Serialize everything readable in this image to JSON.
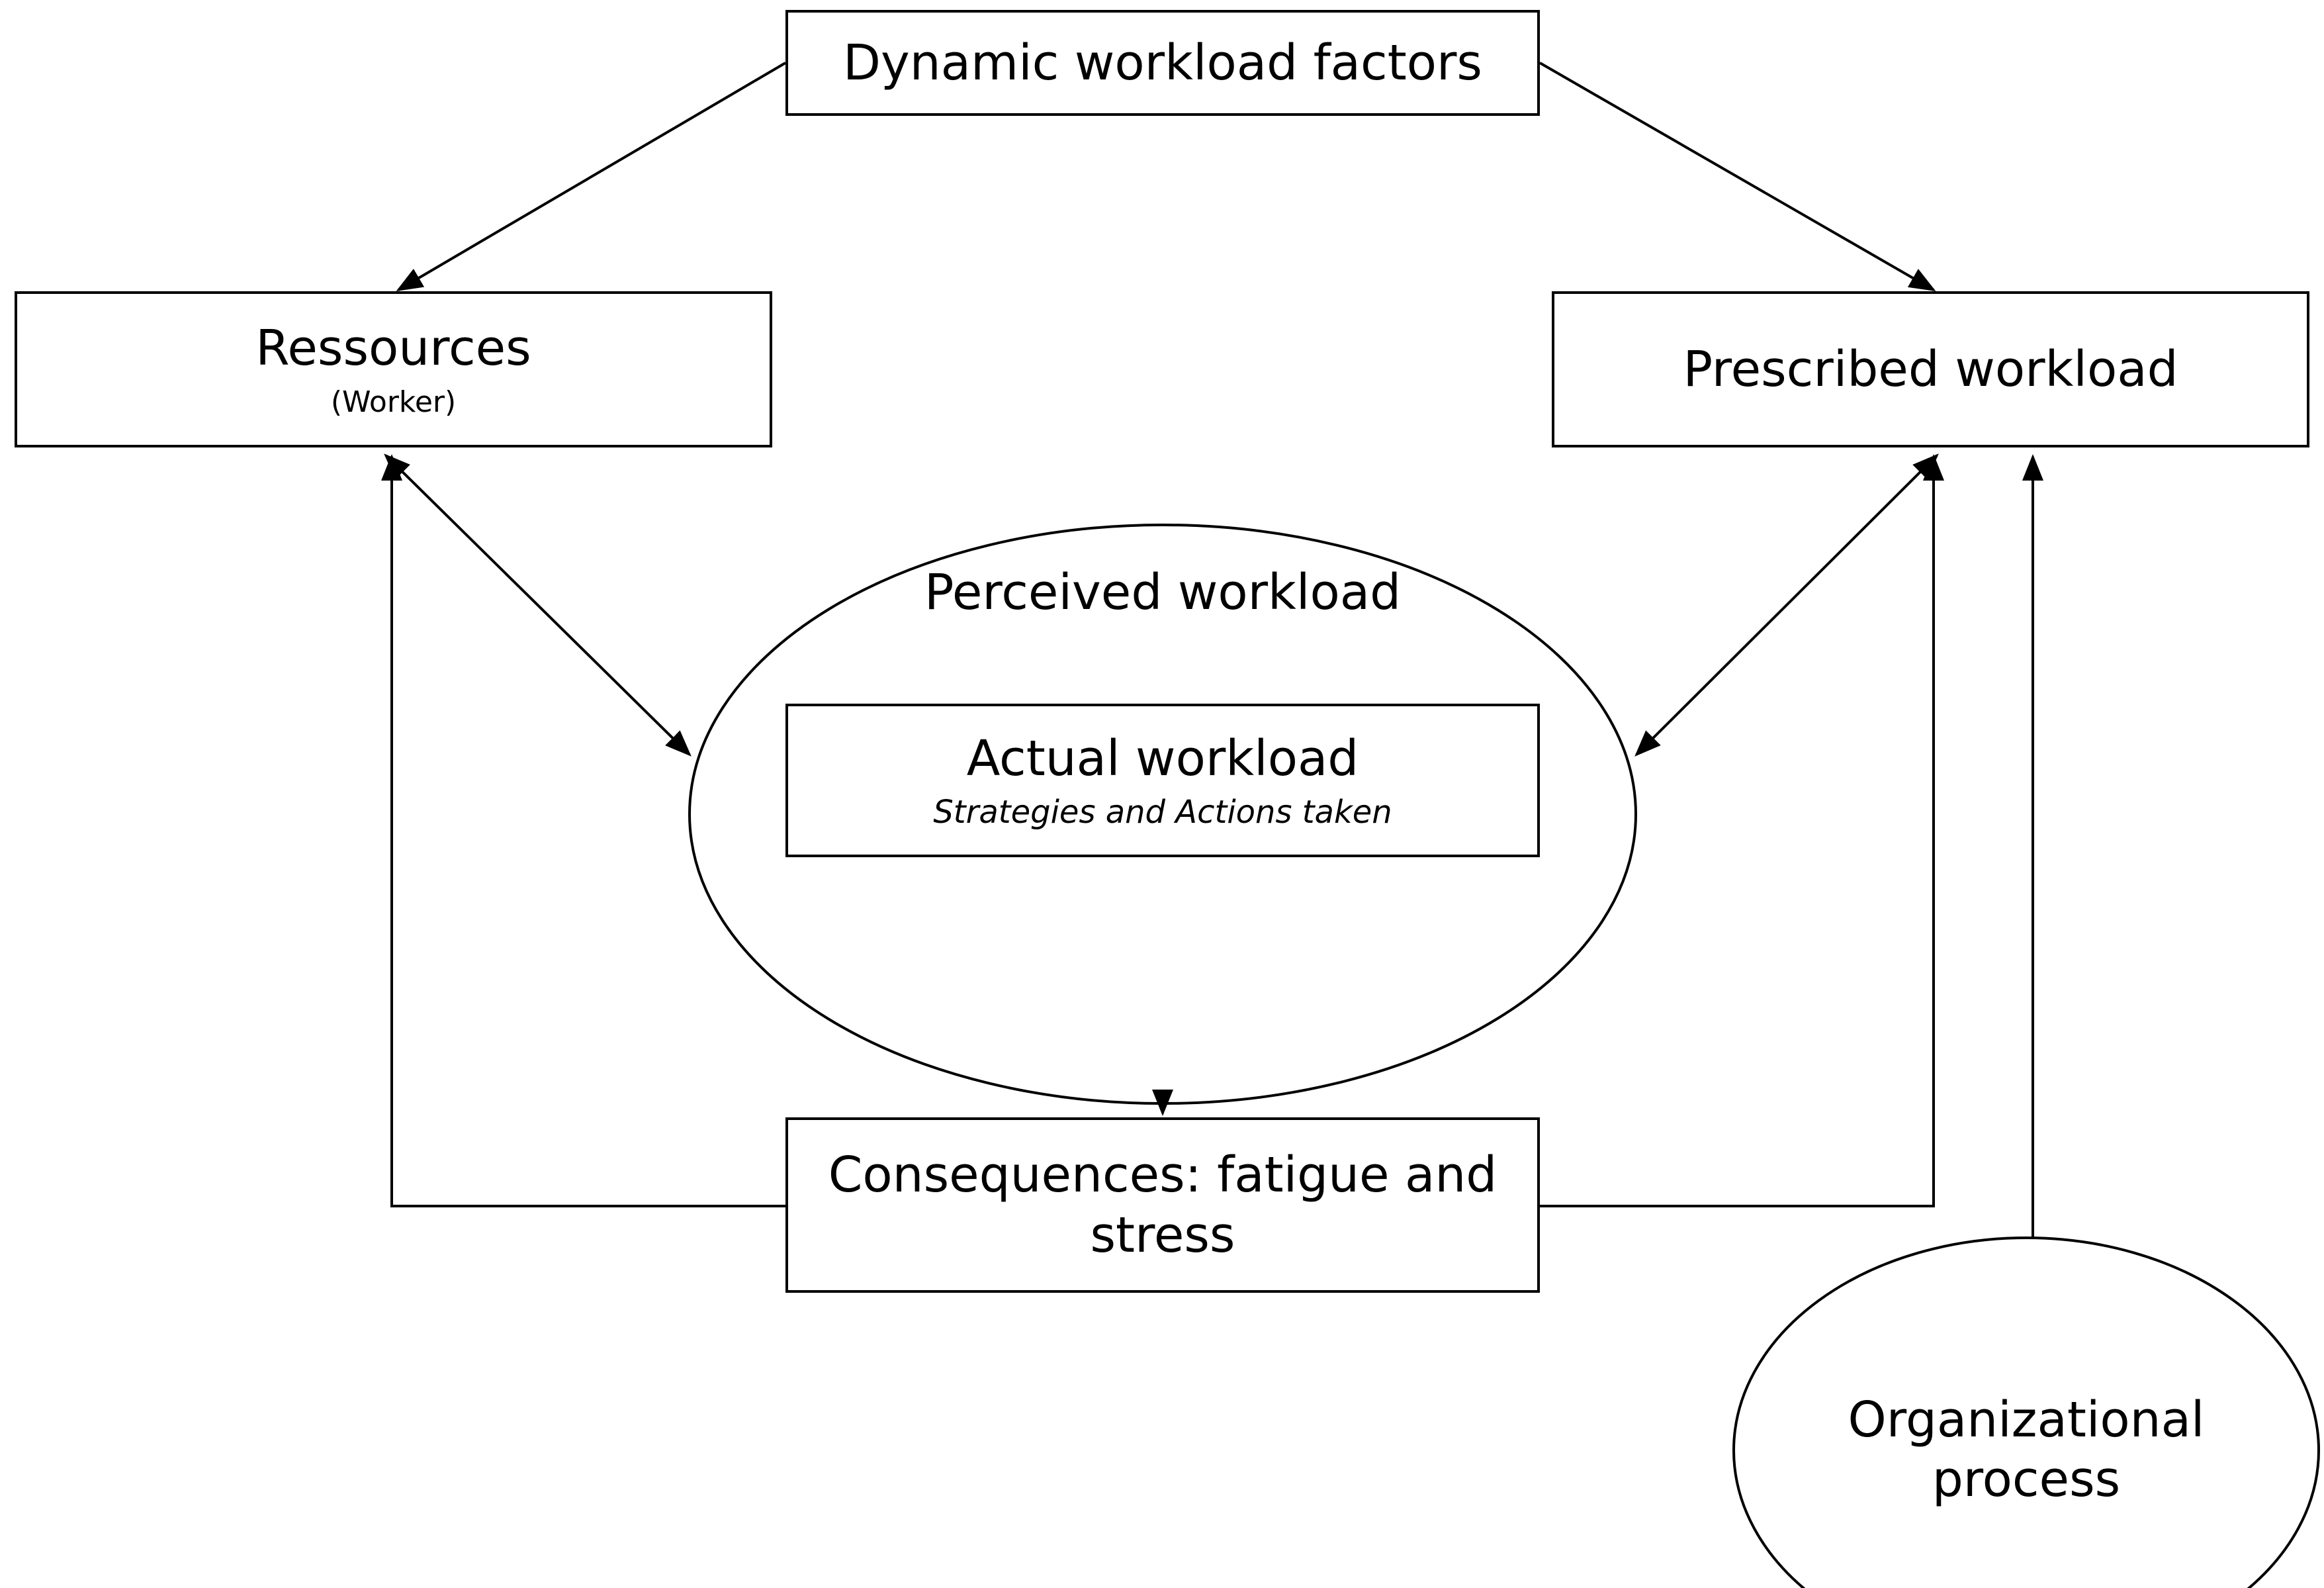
{
  "nodes": {
    "dynamic_factors": {
      "label": "Dynamic workload factors"
    },
    "ressources": {
      "label": "Ressources",
      "sublabel": "(Worker)"
    },
    "prescribed": {
      "label": "Prescribed workload"
    },
    "perceived": {
      "label": "Perceived workload"
    },
    "actual": {
      "label": "Actual workload",
      "sublabel": "Strategies and Actions taken"
    },
    "consequences": {
      "label_line1": "Consequences: fatigue and",
      "label_line2": "stress"
    },
    "organizational": {
      "label_line1": "Organizational",
      "label_line2": "process"
    }
  },
  "edges": [
    {
      "from": "dynamic_factors",
      "to": "ressources",
      "direction": "forward"
    },
    {
      "from": "dynamic_factors",
      "to": "prescribed",
      "direction": "forward"
    },
    {
      "from": "ressources",
      "to": "perceived",
      "direction": "both"
    },
    {
      "from": "prescribed",
      "to": "perceived",
      "direction": "both"
    },
    {
      "from": "perceived",
      "to": "consequences",
      "direction": "forward"
    },
    {
      "from": "consequences",
      "to": "ressources",
      "direction": "forward"
    },
    {
      "from": "consequences",
      "to": "prescribed",
      "direction": "forward"
    },
    {
      "from": "organizational",
      "to": "prescribed",
      "direction": "forward"
    }
  ],
  "colors": {
    "stroke": "#000000",
    "background": "#ffffff"
  }
}
